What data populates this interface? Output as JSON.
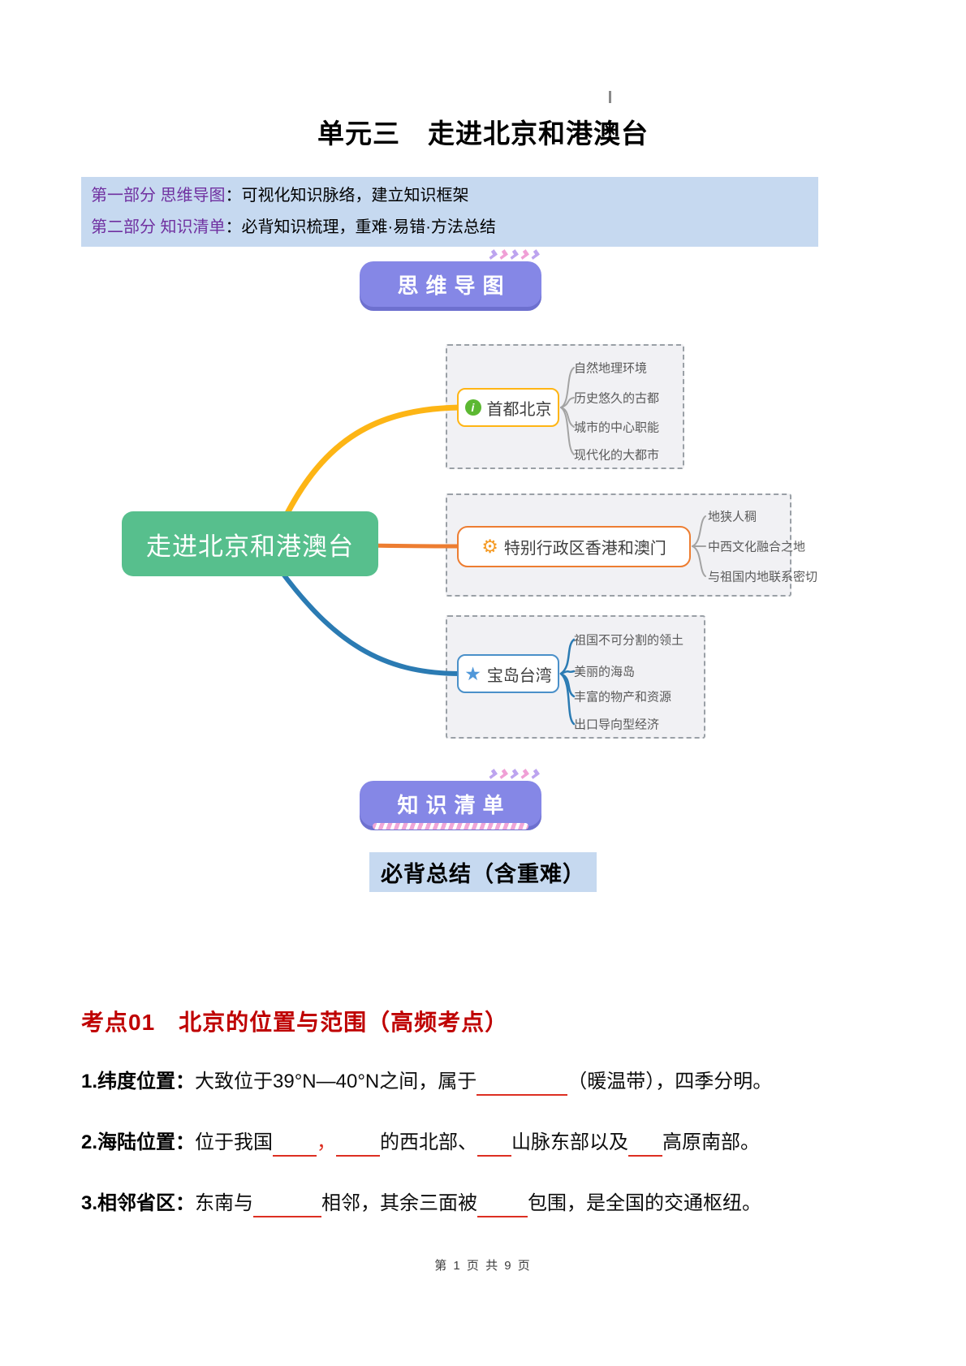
{
  "page": {
    "title": "单元三　走进北京和港澳台",
    "footer": "第 1 页 共 9 页"
  },
  "toc": {
    "items": [
      {
        "label": "第一部分 思维导图",
        "desc": "：可视化知识脉络，建立知识框架"
      },
      {
        "label": "第二部分 知识清单",
        "desc": "：必背知识梳理，重难·易错·方法总结"
      }
    ]
  },
  "badges": {
    "mindmap": "思维导图",
    "checklist": "知识清单"
  },
  "icons": {
    "info": "i",
    "gear": "⚙",
    "star": "★"
  },
  "mindmap": {
    "root": "走进北京和港澳台",
    "branches": [
      {
        "label": "首都北京",
        "icon": "info-icon",
        "leaves": [
          "自然地理环境",
          "历史悠久的古都",
          "城市的中心职能",
          "现代化的大都市"
        ]
      },
      {
        "label": "特别行政区香港和澳门",
        "icon": "gear-icon",
        "leaves": [
          "地狭人稠",
          "中西文化融合之地",
          "与祖国内地联系密切"
        ]
      },
      {
        "label": "宝岛台湾",
        "icon": "star-icon",
        "leaves": [
          "祖国不可分割的领土",
          "美丽的海岛",
          "丰富的物产和资源",
          "出口导向型经济"
        ]
      }
    ]
  },
  "checklist": {
    "subtitle": "必背总结（含重难）",
    "heading": "考点01　北京的位置与范围（高频考点）",
    "lines": [
      {
        "lead": "1.纬度位置：",
        "segments": [
          {
            "type": "text",
            "text": "大致位于39°N—40°N之间，属于"
          },
          {
            "type": "blank",
            "width": 112
          },
          {
            "type": "text",
            "text": "（暖温带），四季分明。"
          }
        ]
      },
      {
        "lead": "2.海陆位置：",
        "segments": [
          {
            "type": "text",
            "text": "位于我国"
          },
          {
            "type": "blank",
            "width": 54
          },
          {
            "type": "red",
            "text": "，"
          },
          {
            "type": "blank",
            "width": 54
          },
          {
            "type": "text",
            "text": "的西北部、"
          },
          {
            "type": "blank",
            "width": 42
          },
          {
            "type": "text",
            "text": "山脉东部以及"
          },
          {
            "type": "blank",
            "width": 42
          },
          {
            "type": "text",
            "text": "高原南部。"
          }
        ]
      },
      {
        "lead": "3.相邻省区：",
        "segments": [
          {
            "type": "text",
            "text": "东南与"
          },
          {
            "type": "blank",
            "width": 84
          },
          {
            "type": "text",
            "text": "相邻，其余三面被"
          },
          {
            "type": "blank",
            "width": 62
          },
          {
            "type": "text",
            "text": "包围，是全国的交通枢纽。"
          }
        ]
      }
    ]
  },
  "colors": {
    "highlight_blue": "#c6d9f0",
    "toc_purple": "#7030a0",
    "badge_purple": "#8587e6",
    "root_green": "#57bf8d",
    "branch1_accent": "#fdb515",
    "branch2_accent": "#ed7d31",
    "branch3_accent": "#4a90c9",
    "heading_red": "#bf0000",
    "blank_red": "#dd2f22"
  }
}
